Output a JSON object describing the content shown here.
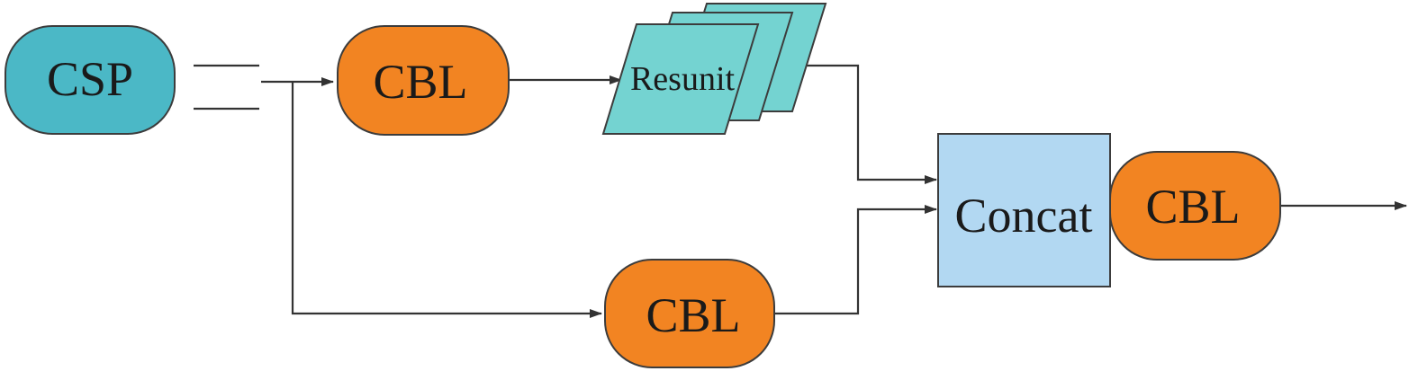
{
  "diagram": {
    "csp_label": "CSP",
    "cbl_top_label": "CBL",
    "resunit_label": "Resunit",
    "cbl_bottom_label": "CBL",
    "concat_label": "Concat",
    "cbl_right_label": "CBL"
  },
  "colors": {
    "csp_fill": "#4bb8c6",
    "cbl_fill": "#f28422",
    "resunit_fill": "#74d3d1",
    "concat_fill": "#b2d8f2",
    "stroke": "#3c3c3c",
    "line": "#333333"
  }
}
